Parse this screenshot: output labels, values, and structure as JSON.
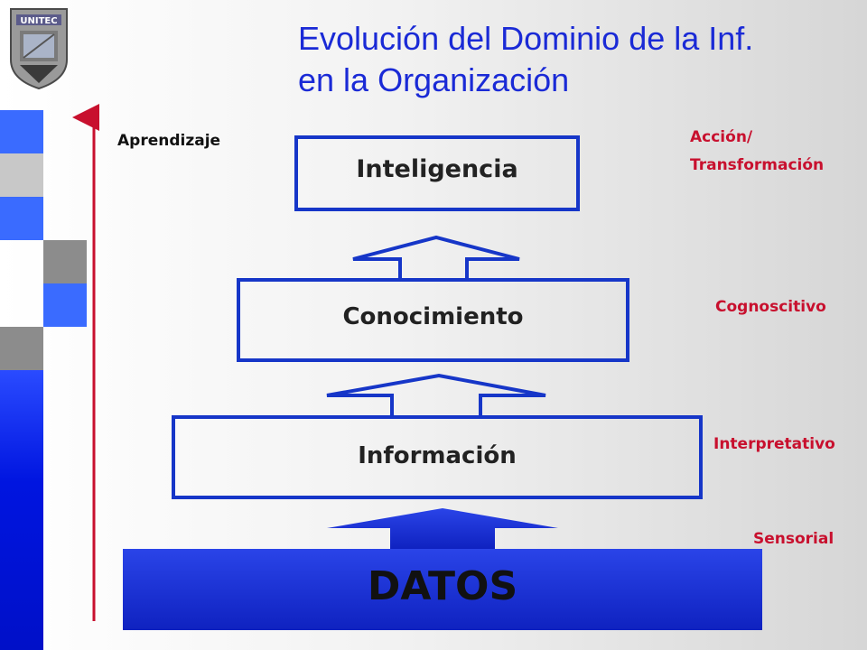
{
  "title": {
    "line1": "Evolución del Dominio de la Inf.",
    "line2": "en la Organización"
  },
  "logo": {
    "text": "UNITEC"
  },
  "axis": {
    "label": "Aprendizaje"
  },
  "levels": {
    "inteligencia": "Inteligencia",
    "conocimiento": "Conocimiento",
    "informacion": "Información",
    "datos": "DATOS"
  },
  "right_labels": {
    "accion_line1": "Acción/",
    "accion_line2": "Transformación",
    "cognoscitivo": "Cognoscitivo",
    "interpretativo": "Interpretativo",
    "sensorial": "Sensorial"
  },
  "colors": {
    "accent_blue": "#1a2ad6",
    "box_border": "#1636c8",
    "datos_fill": "#1a2fd0",
    "red": "#c8102e"
  }
}
